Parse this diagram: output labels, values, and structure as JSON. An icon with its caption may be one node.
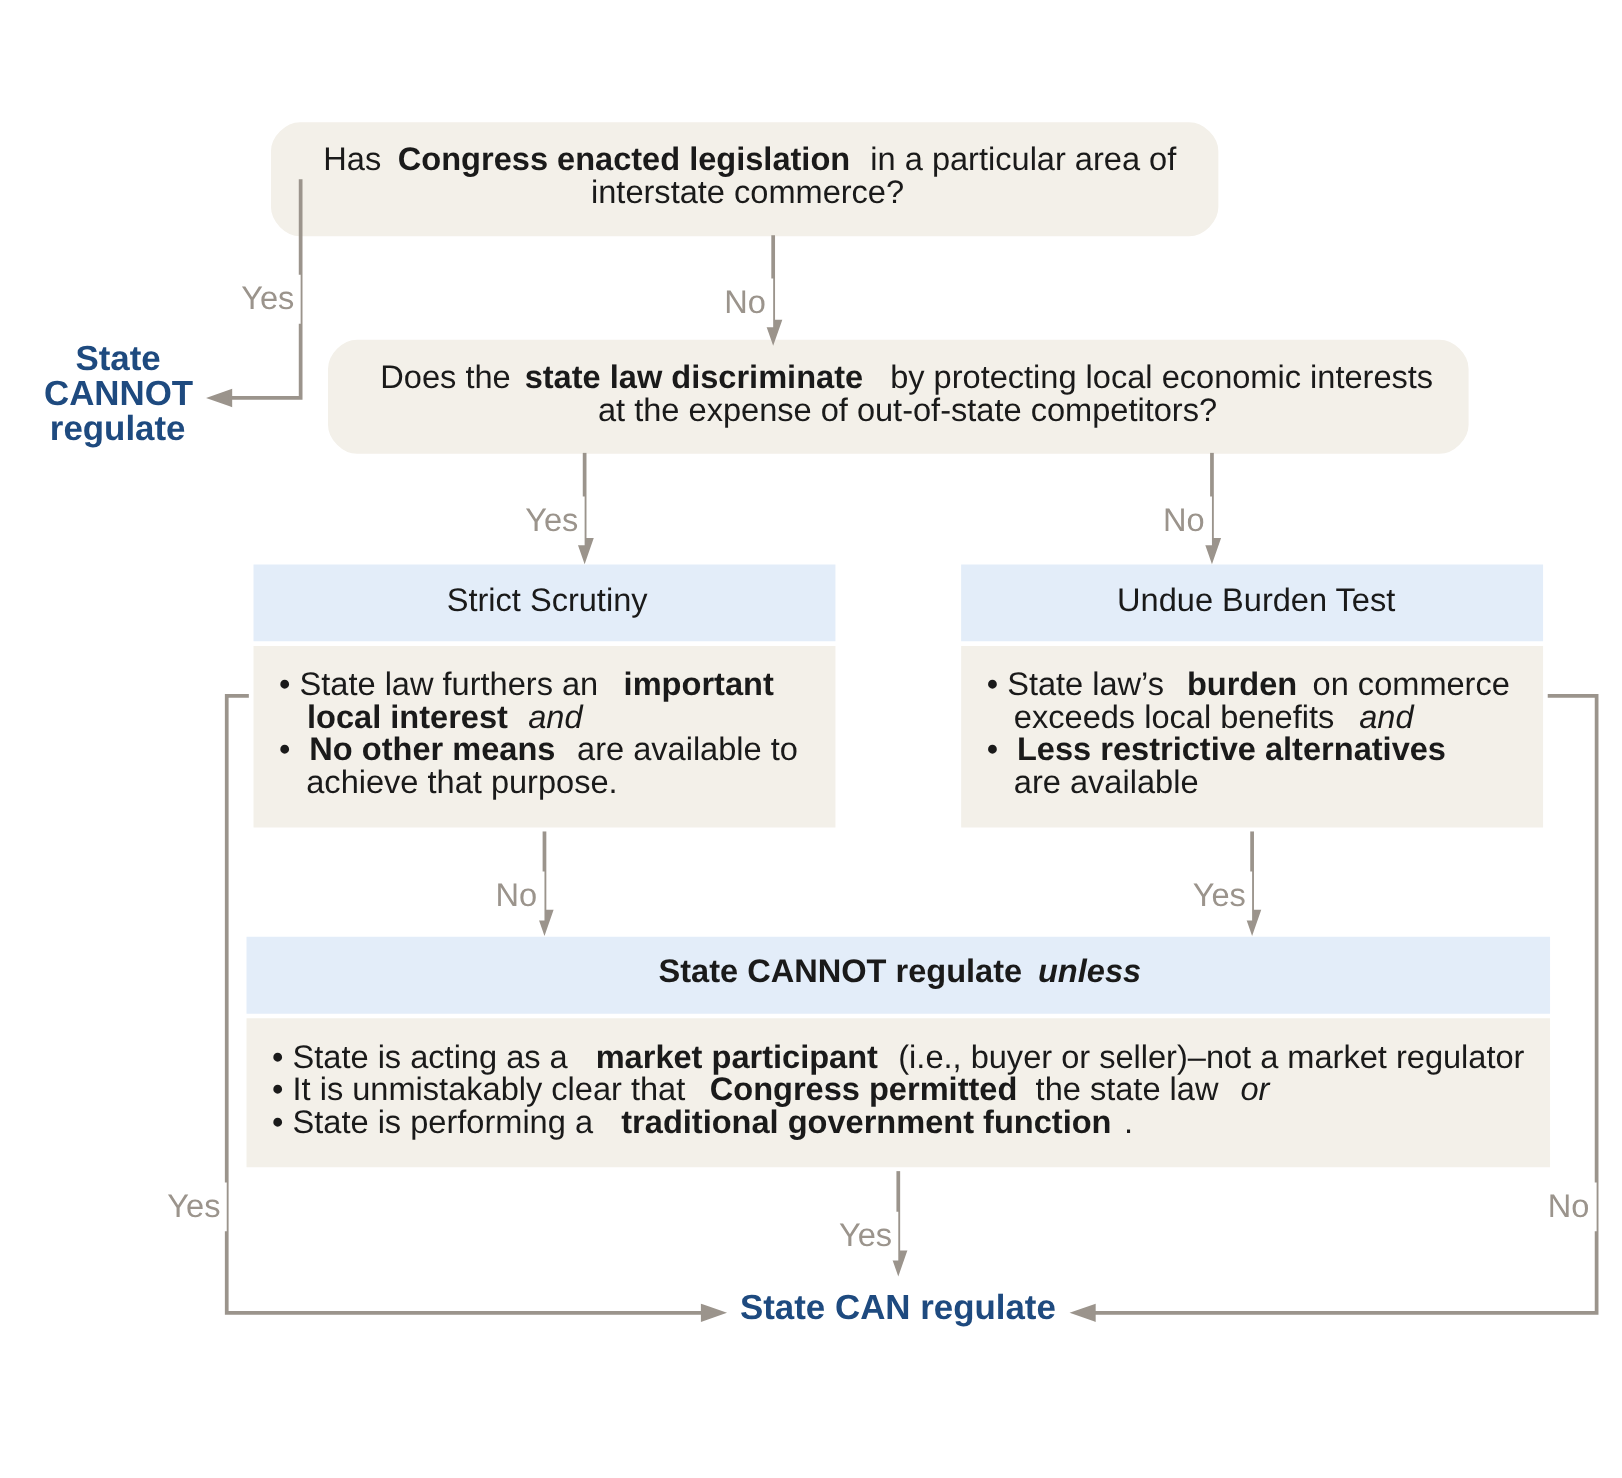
{
  "diagram": {
    "nodes": [
      {
        "text": [
          "Has **Congress enacted legislation** in a particular area of interstate commerce?"
        ]
      },
      {
        "text": [
          "State CANNOT regulate"
        ]
      },
      {
        "text": [
          "Does the **state law discriminate** by protecting local economic interests at the expense of out-of-state competitors?"
        ]
      },
      {
        "text": [
          "Strict Scrutiny",
          "• State law furthers an **important local interest** *and*",
          "• **No other means** are available to achieve that purpose."
        ]
      },
      {
        "text": [
          "Undue Burden Test",
          "• State law’s **burden** on commerce exceeds local benefits *and*",
          "• **Less restrictive alternatives** are available"
        ]
      },
      {
        "text": [
          "State CANNOT regulate *unless*",
          "• State is acting as a **market participant** (i.e., buyer or seller)–not a market regulator",
          "• It is unmistakably clear that **Congress permitted** the state law *or*",
          "• State is performing a **traditional government function**."
        ]
      },
      {
        "text": [
          "State CAN regulate"
        ]
      }
    ],
    "edges": [
      {
        "from": 0,
        "to": 1,
        "arrow": "to",
        "label": "Yes"
      },
      {
        "from": 0,
        "to": 2,
        "arrow": "to",
        "label": "No"
      },
      {
        "from": 2,
        "to": 3,
        "arrow": "to",
        "label": "Yes"
      },
      {
        "from": 2,
        "to": 4,
        "arrow": "to",
        "label": "No"
      },
      {
        "from": 3,
        "to": 5,
        "arrow": "to",
        "label": "No"
      },
      {
        "from": 4,
        "to": 5,
        "arrow": "to",
        "label": "Yes"
      },
      {
        "from": 3,
        "to": 6,
        "arrow": "to",
        "label": "Yes"
      },
      {
        "from": 4,
        "to": 6,
        "arrow": "to",
        "label": "No"
      },
      {
        "from": 5,
        "to": 6,
        "arrow": "to",
        "label": "Yes"
      }
    ]
  }
}
